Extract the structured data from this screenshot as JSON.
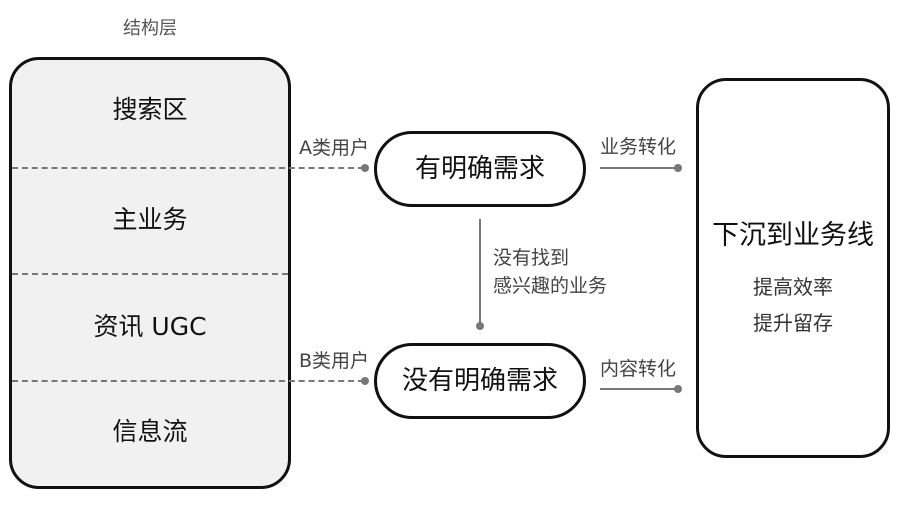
{
  "structure": {
    "title": "结构层",
    "sections": [
      {
        "label": "搜索区"
      },
      {
        "label": "主业务"
      },
      {
        "label": "资讯  UGC"
      },
      {
        "label": "信息流"
      }
    ]
  },
  "users": {
    "a_label": "A类用户",
    "b_label": "B类用户"
  },
  "nodes": {
    "clear_need": "有明确需求",
    "no_clear_need": "没有明确需求"
  },
  "flows": {
    "business_conversion": "业务转化",
    "content_conversion": "内容转化",
    "not_found_line1": "没有找到",
    "not_found_line2": "感兴趣的业务"
  },
  "sink": {
    "title": "下沉到业务线",
    "sub1": "提高效率",
    "sub2": "提升留存"
  }
}
